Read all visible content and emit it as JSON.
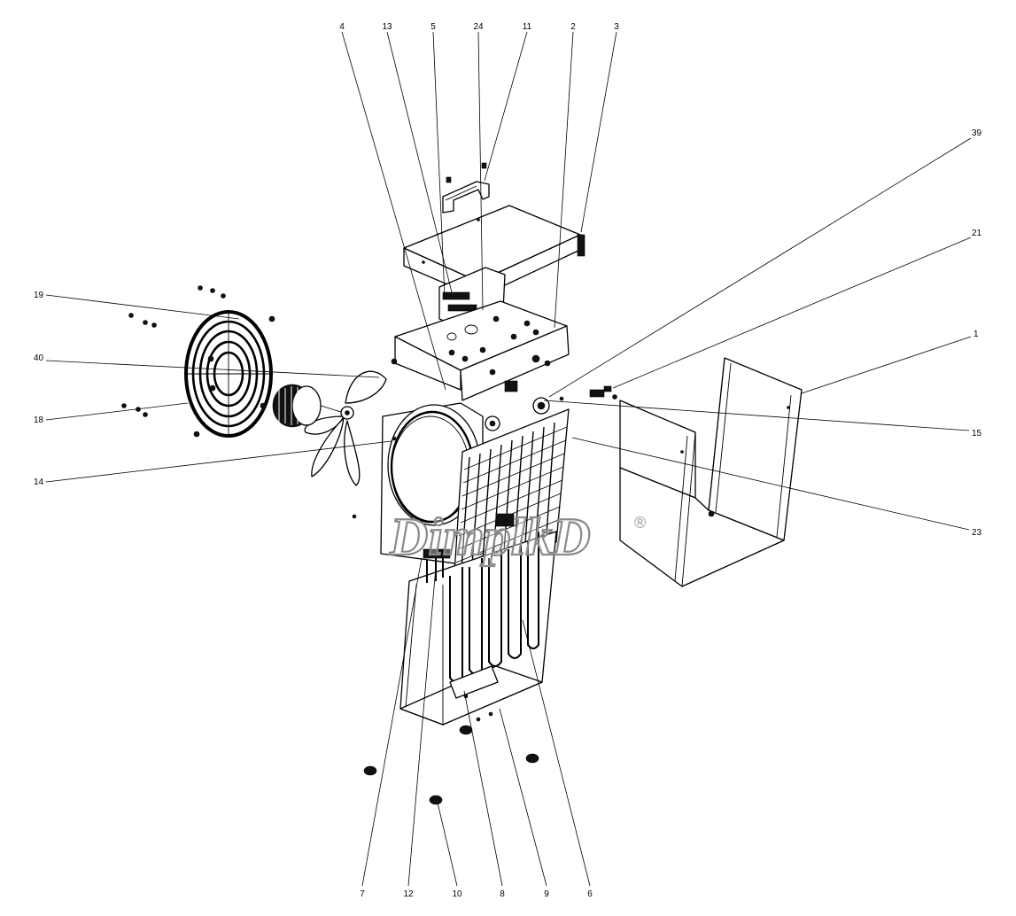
{
  "watermark": {
    "text": "DimplkD",
    "mark": "®"
  },
  "callouts": [
    {
      "id": "4",
      "label": "4"
    },
    {
      "id": "13",
      "label": "13"
    },
    {
      "id": "5",
      "label": "5"
    },
    {
      "id": "24",
      "label": "24"
    },
    {
      "id": "11",
      "label": "11"
    },
    {
      "id": "2",
      "label": "2"
    },
    {
      "id": "3",
      "label": "3"
    },
    {
      "id": "39",
      "label": "39"
    },
    {
      "id": "21",
      "label": "21"
    },
    {
      "id": "1",
      "label": "1"
    },
    {
      "id": "15",
      "label": "15"
    },
    {
      "id": "23",
      "label": "23"
    },
    {
      "id": "19",
      "label": "19"
    },
    {
      "id": "40",
      "label": "40"
    },
    {
      "id": "18",
      "label": "18"
    },
    {
      "id": "14",
      "label": "14"
    },
    {
      "id": "7",
      "label": "7"
    },
    {
      "id": "12",
      "label": "12"
    },
    {
      "id": "10",
      "label": "10"
    },
    {
      "id": "8",
      "label": "8"
    },
    {
      "id": "9",
      "label": "9"
    },
    {
      "id": "6",
      "label": "6"
    }
  ]
}
